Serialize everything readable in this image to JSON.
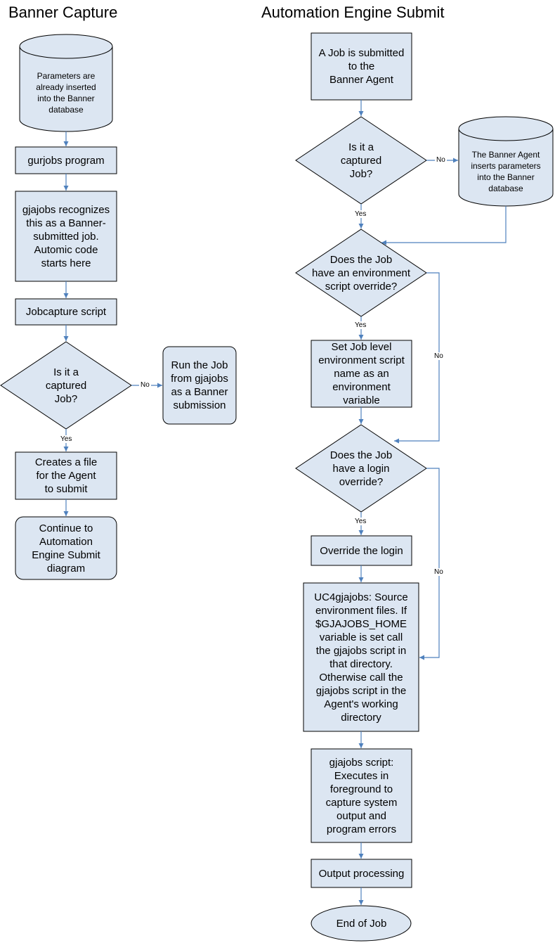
{
  "titles": {
    "left": "Banner Capture",
    "right": "Automation Engine Submit"
  },
  "colors": {
    "fill": "#dce6f2",
    "stroke": "#000000",
    "arrow": "#4f81bd"
  },
  "left": {
    "db_params": "Parameters are\nalready inserted\ninto the Banner\ndatabase",
    "gurjobs": "gurjobs program",
    "gjajobs_recognizes": "gjajobs recognizes\nthis as a Banner-\nsubmitted job.\nAutomic code\nstarts here",
    "jobcapture": "Jobcapture script",
    "decision_captured": "Is it a\ncaptured\nJob?",
    "run_job": "Run the Job\nfrom gjajobs\nas a Banner\nsubmission",
    "creates_file": "Creates a file\nfor the Agent\nto submit",
    "continue": "Continue to\nAutomation\nEngine Submit\ndiagram"
  },
  "right": {
    "job_submitted": "A Job is submitted\nto the\nBanner Agent",
    "decision_captured": "Is it a\ncaptured\nJob?",
    "db_agent": "The Banner Agent\ninserts parameters\ninto the Banner\ndatabase",
    "decision_env": "Does the Job\nhave an environment\nscript override?",
    "set_env": "Set Job level\nenvironment script\nname as an\nenvironment\nvariable",
    "decision_login": "Does the Job\nhave a login\noverride?",
    "override_login": "Override the login",
    "uc4": "UC4gjajobs: Source\nenvironment files. If\n$GJAJOBS_HOME\nvariable is set call\nthe gjajobs script in\nthat directory.\nOtherwise call the\ngjajobs script in the\nAgent's working\ndirectory",
    "gjajobs_script": "gjajobs script:\nExecutes in\nforeground to\ncapture system\noutput and\nprogram errors",
    "output": "Output processing",
    "end": "End of Job"
  },
  "labels": {
    "yes": "Yes",
    "no": "No"
  }
}
